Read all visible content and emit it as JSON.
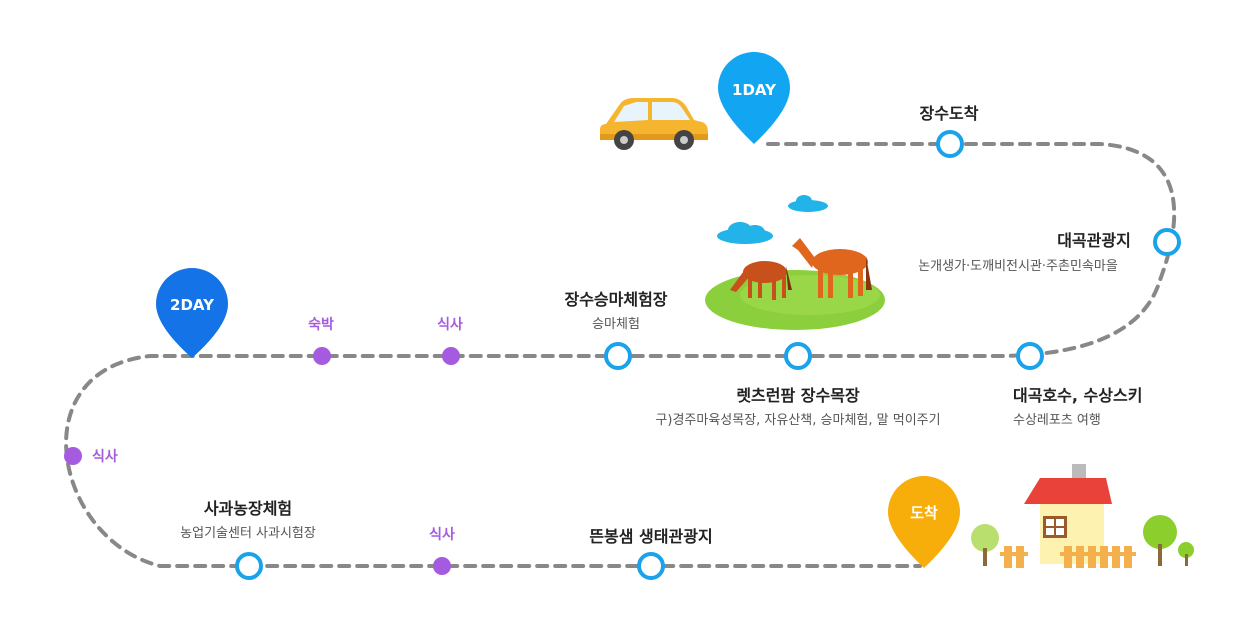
{
  "colors": {
    "route": "#888888",
    "stop_ring": "#1aa3ea",
    "meal_dot": "#a55be0",
    "pin_day1": "#12a6f2",
    "pin_day2": "#1473e6",
    "pin_end": "#f7ad0a"
  },
  "pins": {
    "day1": "1DAY",
    "day2": "2DAY",
    "arrival": "도착"
  },
  "stops": {
    "jangsu_arrival": {
      "title": "장수도착"
    },
    "daegok_tour": {
      "title": "대곡관광지",
      "sub": "논개생가·도깨비전시관·주촌민속마을"
    },
    "daegok_lake": {
      "title": "대곡호수, 수상스키",
      "sub": "수상레포츠 여행"
    },
    "lets_run_farm": {
      "title": "렛츠런팜 장수목장",
      "sub": "구)경주마육성목장, 자유산책, 승마체험, 말 먹이주기"
    },
    "riding_center": {
      "title": "장수승마체험장",
      "sub": "승마체험"
    },
    "apple_farm": {
      "title": "사과농장체험",
      "sub": "농업기술센터 사과시험장"
    },
    "tteunbongsaem": {
      "title": "뜬봉샘 생태관광지"
    }
  },
  "events": {
    "lodging": "숙박",
    "meal_1": "식사",
    "meal_2": "식사",
    "meal_3": "식사"
  },
  "icons": [
    "car-icon",
    "horses-meadow-illustration",
    "house-illustration",
    "location-pin-icon"
  ]
}
